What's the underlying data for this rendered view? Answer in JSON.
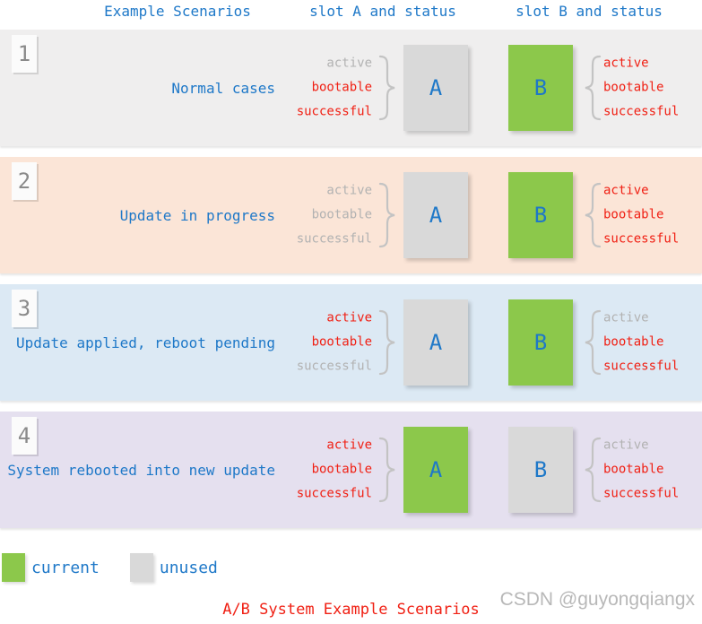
{
  "colors": {
    "accent_blue": "#1e78c8",
    "status_red": "#f02014",
    "status_gray": "#b2b2b2",
    "slot_current_green": "#8cc84b",
    "slot_unused_gray": "#d9d9d9",
    "row_tones": {
      "gray": "#efeeee",
      "peach": "#fbe5d7",
      "blue": "#dce9f4",
      "purple": "#e5e0ef"
    }
  },
  "headers": {
    "scenarios": "Example Scenarios",
    "slot_a": "slot A and status",
    "slot_b": "slot B and status"
  },
  "status_labels": [
    "active",
    "bootable",
    "successful"
  ],
  "rows": [
    {
      "num": "1",
      "label": "Normal cases",
      "tone": "gray",
      "slot_a": {
        "letter": "A",
        "current": false,
        "statuses": [
          "gray",
          "red",
          "red"
        ]
      },
      "slot_b": {
        "letter": "B",
        "current": true,
        "statuses": [
          "red",
          "red",
          "red"
        ]
      }
    },
    {
      "num": "2",
      "label": "Update in progress",
      "tone": "peach",
      "slot_a": {
        "letter": "A",
        "current": false,
        "statuses": [
          "gray",
          "gray",
          "gray"
        ]
      },
      "slot_b": {
        "letter": "B",
        "current": true,
        "statuses": [
          "red",
          "red",
          "red"
        ]
      }
    },
    {
      "num": "3",
      "label": "Update applied, reboot pending",
      "tone": "blue",
      "slot_a": {
        "letter": "A",
        "current": false,
        "statuses": [
          "red",
          "red",
          "gray"
        ]
      },
      "slot_b": {
        "letter": "B",
        "current": true,
        "statuses": [
          "gray",
          "red",
          "red"
        ]
      }
    },
    {
      "num": "4",
      "label": "System rebooted into new update",
      "tone": "purple",
      "slot_a": {
        "letter": "A",
        "current": true,
        "statuses": [
          "red",
          "red",
          "red"
        ]
      },
      "slot_b": {
        "letter": "B",
        "current": false,
        "statuses": [
          "gray",
          "red",
          "red"
        ]
      }
    }
  ],
  "legend": [
    {
      "swatch": "green",
      "label": "current"
    },
    {
      "swatch": "gray",
      "label": "unused"
    }
  ],
  "title": "A/B System Example Scenarios",
  "watermark": "CSDN @guyongqiangx"
}
